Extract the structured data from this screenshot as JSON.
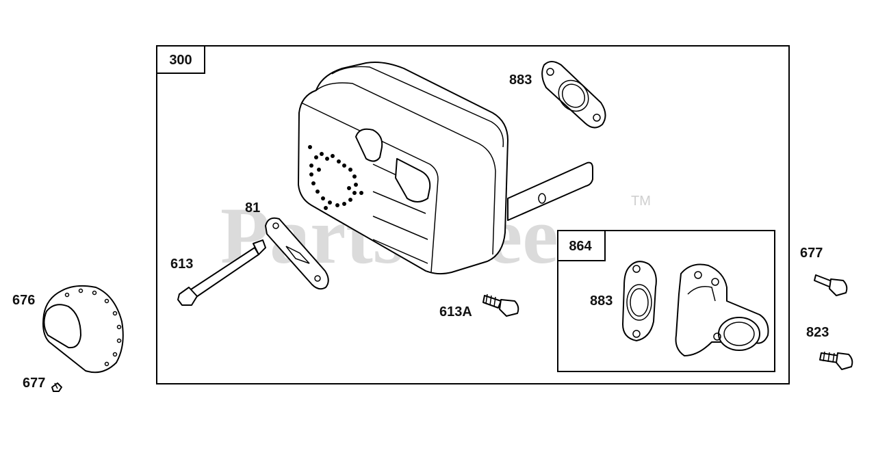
{
  "watermark": {
    "text": "PartsTree",
    "trademark": "TM"
  },
  "boxes": {
    "muffler_assembly": "300",
    "exhaust_kit": "864"
  },
  "callouts": {
    "gasket_top": "883",
    "deflector": "81",
    "long_bolt": "613",
    "muffler_screw": "613A",
    "gasket_kit": "883",
    "guard": "676",
    "guard_screw": "677",
    "right_screw": "677",
    "right_bolt": "823"
  }
}
